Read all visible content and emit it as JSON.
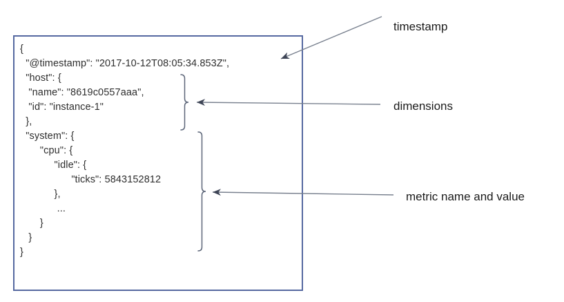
{
  "colors": {
    "box_border": "#5568a0",
    "code_text": "#2e2e2e",
    "label_text": "#1a1a1a",
    "line_color": "#78808e",
    "brace_color": "#5c6578",
    "arrowhead": "#3e4556",
    "background": "#ffffff"
  },
  "code_block": {
    "text": "{\n  \"@timestamp\": \"2017-10-12T08:05:34.853Z\",\n  \"host\": {\n   \"name\": \"8619c0557aaa\",\n   \"id\": \"instance-1\"\n  },\n  \"system\": {\n       \"cpu\": {\n            \"idle\": {\n                  \"ticks\": 5843152812\n            },\n             ...\n       }\n   }\n}"
  },
  "code_values": {
    "timestamp_key": "@timestamp",
    "timestamp_value": "2017-10-12T08:05:34.853Z",
    "host_name": "8619c0557aaa",
    "host_id": "instance-1",
    "metric_path": "system.cpu.idle.ticks",
    "metric_value": "5843152812"
  },
  "annotations": {
    "timestamp_label": "timestamp",
    "dimensions_label": "dimensions",
    "metric_label": "metric name and value"
  }
}
